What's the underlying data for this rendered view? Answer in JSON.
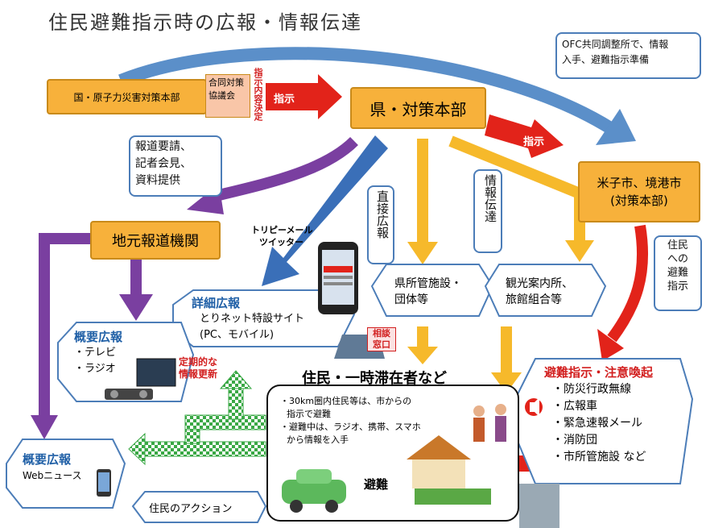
{
  "title": "住民避難指示時の広報・情報伝達",
  "nodes": {
    "national": "国・原子力災害対策本部",
    "joint_council": "合同対策協議会",
    "instruction_decided": "指示内容決定",
    "prefecture": "県・対策本部",
    "cities_line1": "米子市、境港市",
    "cities_line2": "(対策本部)",
    "local_media": "地元報道機関",
    "pref_facilities_line1": "県所管施設・",
    "pref_facilities_line2": "団体等",
    "tourism_line1": "観光案内所、",
    "tourism_line2": "旅館組合等",
    "residents_title": "住民・一時滞在者など"
  },
  "labels": {
    "instruction1": "指示",
    "instruction2": "指示",
    "info_transfer": "情報伝達",
    "direct_pr": "直接広報",
    "evac_instruction": "住民への避難指示",
    "press": [
      "報道要請、",
      "記者会見、",
      "資料提供"
    ],
    "ofc_note": [
      "OFC共同調整所で、情報",
      "入手、避難指示準備"
    ],
    "tweets": [
      "トリピーメール",
      "ツイッター"
    ],
    "consult": [
      "相談",
      "窓口"
    ],
    "regular_update": [
      "定期的な",
      "情報更新"
    ],
    "evacuation": "避難",
    "resident_action": "住民のアクション"
  },
  "detail_pr": {
    "title": "詳細広報",
    "line1": "とりネット特設サイト",
    "line2": "(PC、モバイル)"
  },
  "overview_tv": {
    "title": "概要広報",
    "items": [
      "・テレビ",
      "・ラジオ"
    ]
  },
  "overview_web": {
    "title": "概要広報",
    "item": "Webニュース"
  },
  "resident_notes": [
    "・30km圏内住民等は、市からの",
    "指示で避難",
    "・避難中は、ラジオ、携帯、スマホ",
    "から情報を入手"
  ],
  "evac_alert": {
    "title": "避難指示・注意喚起",
    "items": [
      "・防災行政無線",
      "・広報車",
      "・緊急速報メール",
      "・消防団",
      "・市所管施設 など"
    ]
  },
  "colors": {
    "orange": "#f7b13b",
    "blue_arrow": "#5b8fc9",
    "red_arrow": "#e2231a",
    "purple_arrow": "#7a3fa0",
    "yellow_arrow": "#f6b92b",
    "green_arrow": "#3aa845"
  }
}
